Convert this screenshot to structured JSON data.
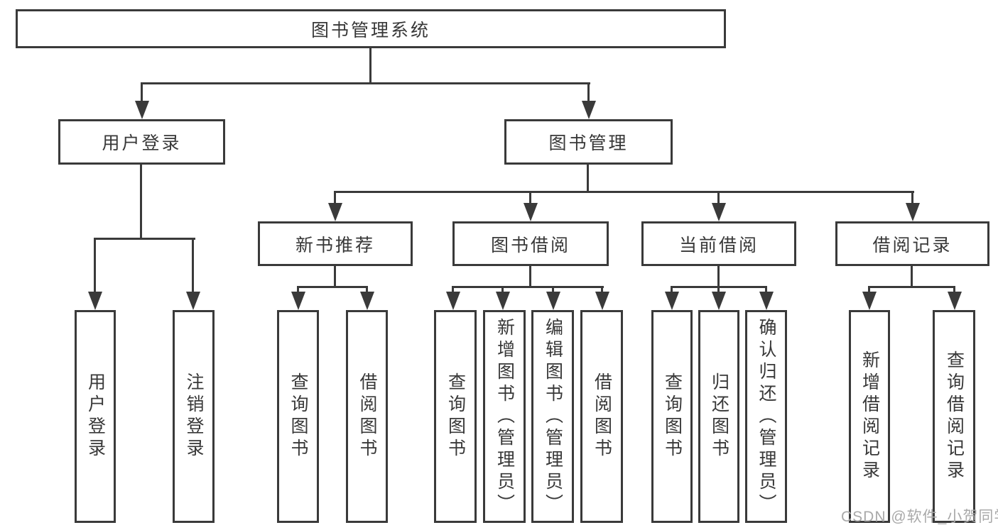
{
  "diagram": {
    "watermark": "CSDN @软件_小贺同学",
    "colors": {
      "line": "#3a3a3a",
      "text": "#383838",
      "watermark": "#a9a9a9",
      "background": "#ffffff"
    }
  },
  "nodes": {
    "root": {
      "label": "图书管理系统"
    },
    "user_login": {
      "label": "用户登录"
    },
    "book_mgmt": {
      "label": "图书管理"
    },
    "new_book_rec": {
      "label": "新书推荐"
    },
    "book_borrow": {
      "label": "图书借阅"
    },
    "current_borrow": {
      "label": "当前借阅"
    },
    "borrow_records": {
      "label": "借阅记录"
    },
    "leaf_user_login": {
      "label": "用户登录"
    },
    "leaf_logout": {
      "label": "注销登录"
    },
    "leaf_nbr_search": {
      "label": "查询图书"
    },
    "leaf_nbr_borrow": {
      "label": "借阅图书"
    },
    "leaf_bb_search": {
      "label": "查询图书"
    },
    "leaf_bb_add": {
      "label": "新增图书（管理员）"
    },
    "leaf_bb_edit": {
      "label": "编辑图书（管理员）"
    },
    "leaf_bb_borrow": {
      "label": "借阅图书"
    },
    "leaf_cb_search": {
      "label": "查询图书"
    },
    "leaf_cb_return": {
      "label": "归还图书"
    },
    "leaf_cb_confirm": {
      "label": "确认归还（管理员）"
    },
    "leaf_br_add": {
      "label": "新增借阅记录"
    },
    "leaf_br_search": {
      "label": "查询借阅记录"
    }
  }
}
